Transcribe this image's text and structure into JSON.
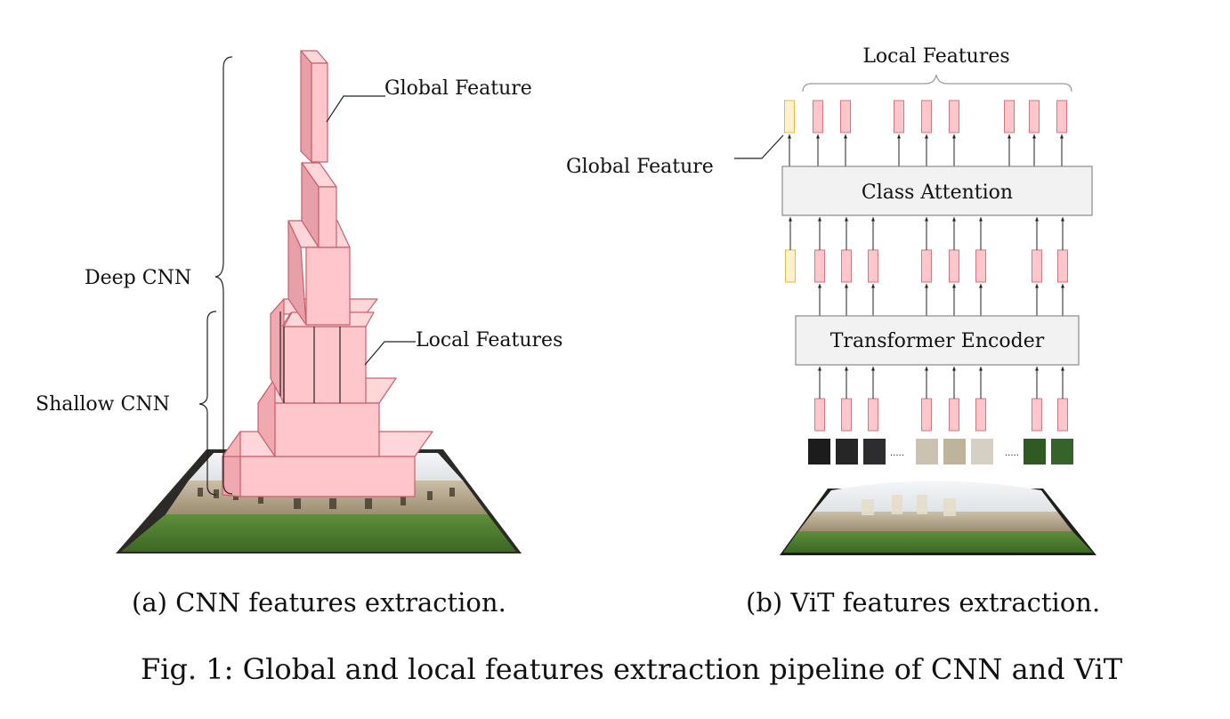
{
  "panel_a": {
    "labels": {
      "global_feature": "Global Feature",
      "local_features": "Local Features",
      "deep_cnn": "Deep CNN",
      "shallow_cnn": "Shallow CNN"
    },
    "caption": "(a) CNN features extraction."
  },
  "panel_b": {
    "labels": {
      "local_features": "Local Features",
      "global_feature": "Global Feature",
      "class_attention": "Class Attention",
      "transformer_encoder": "Transformer Encoder",
      "ellipsis": "....."
    },
    "caption": "(b) ViT features extraction."
  },
  "figure_caption": "Fig. 1: Global and local features extraction pipeline of CNN and ViT",
  "colors": {
    "feature_fill": "#ffc7cc",
    "feature_stroke": "#d9737d",
    "global_token_fill": "#fff1c9",
    "global_token_stroke": "#e0bb4a",
    "box_fill": "#f2f2f2",
    "box_stroke": "#8a8a8a",
    "grass": "#4b7a30",
    "building": "#b9ab92"
  }
}
